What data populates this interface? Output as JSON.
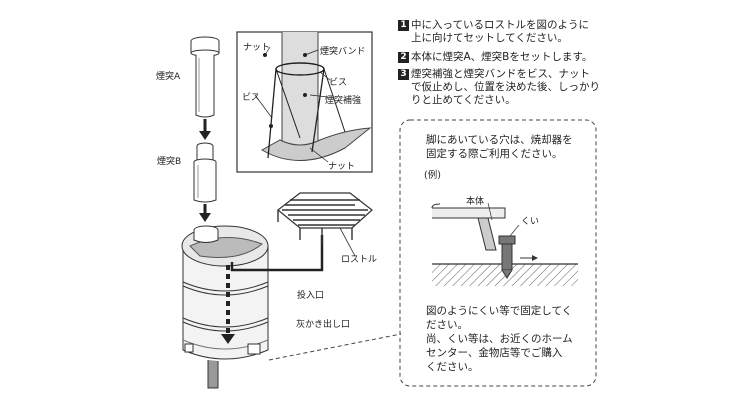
{
  "labels": {
    "chimney_a": "煙突A",
    "chimney_b": "煙突B",
    "nut_top": "ナット",
    "chimney_band": "煙突バンド",
    "screw_right": "ビス",
    "screw_left": "ビス",
    "reinforcement": "煙突補強",
    "nut_bottom": "ナット",
    "rostle": "ロストル",
    "inlet": "投入口",
    "ash_outlet": "灰かき出し口"
  },
  "steps": [
    {
      "num": "1",
      "line1": "中に入っているロストルを図のように",
      "line2": "上に向けてセットしてください。"
    },
    {
      "num": "2",
      "line1": "本体に煙突A、煙突Bをセットします。",
      "line2": ""
    },
    {
      "num": "3",
      "line1": "煙突補強と煙突バンドをビス、ナット",
      "line2": "で仮止めし、位置を決めた後、しっかり",
      "line3": "りと止めてください。"
    }
  ],
  "note": {
    "line1": "脚にあいている穴は、焼却器を",
    "line2": "固定する際ご利用ください。",
    "example": "(例)",
    "body_label": "本体",
    "stake_label": "くい",
    "bottom1": "図のようにくい等で固定してく",
    "bottom2": "ださい。",
    "bottom3": "尚、くい等は、お近くのホーム",
    "bottom4": "センター、金物店等でご購入",
    "bottom5": "ください。"
  }
}
